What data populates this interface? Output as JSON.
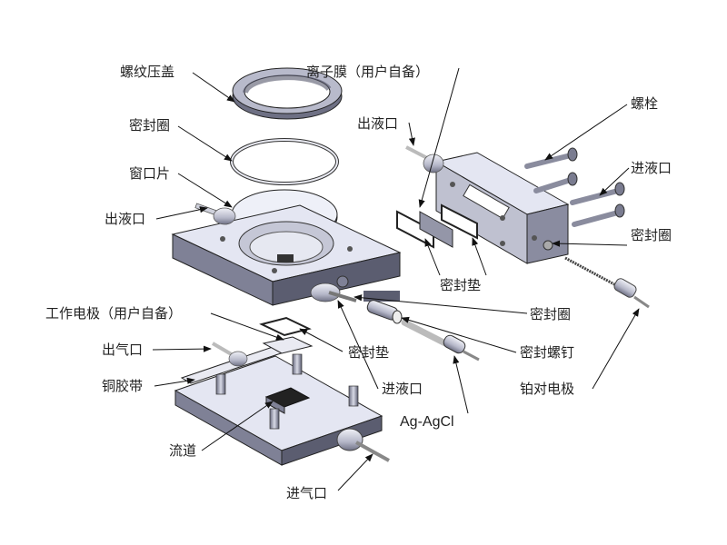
{
  "diagram": {
    "title": "",
    "labels": {
      "thread_cap": "螺纹压盖",
      "seal_ring_top": "密封圈",
      "window_piece": "窗口片",
      "liquid_outlet_left": "出液口",
      "ion_membrane": "离子膜（用户自备）",
      "liquid_outlet_right": "出液口",
      "bolt": "螺栓",
      "liquid_inlet_right": "进液口",
      "seal_ring_right": "密封圈",
      "gasket_right": "密封垫",
      "seal_ring_mid": "密封圈",
      "working_electrode": "工作电极（用户自备）",
      "gasket_mid": "密封垫",
      "seal_screw": "密封螺钉",
      "gas_outlet": "出气口",
      "liquid_inlet_mid": "进液口",
      "copper_tape": "铜胶带",
      "reference_electrode": "Ag-AgCl",
      "platinum_counter_electrode": "铂对电极",
      "flow_channel": "流道",
      "gas_inlet": "进气口"
    },
    "colors": {
      "part_top": "#e4e6f2",
      "part_side": "#8a8ca0",
      "part_dark": "#55576a",
      "line": "#111111",
      "text": "#222222"
    }
  }
}
